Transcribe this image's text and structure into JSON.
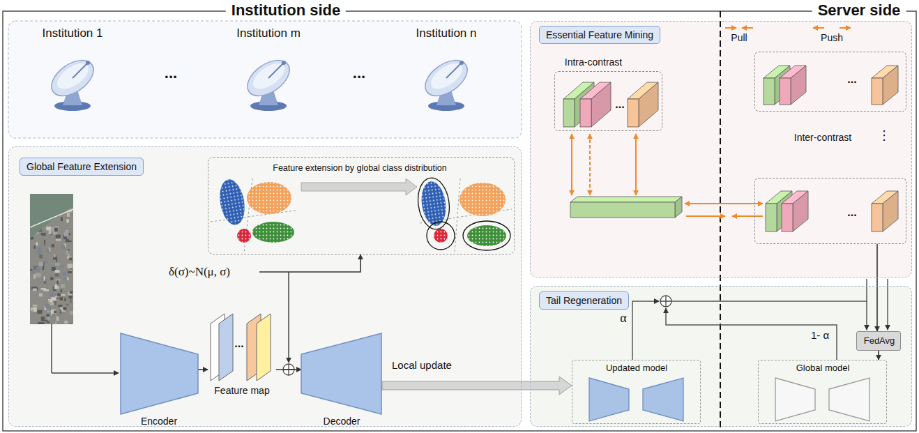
{
  "diagram": {
    "nodes": [
      {
        "text": [
          "Institution 1"
        ]
      },
      {
        "text": [
          "Institution m"
        ]
      },
      {
        "text": [
          "Institution n"
        ]
      },
      {
        "text": [
          "Global Feature Extension"
        ]
      },
      {
        "text": [
          "Feature extension by global class distribution"
        ],
        "in": 3
      },
      {
        "text": [
          "δ(σ)~N(μ, σ)"
        ],
        "in": 3
      },
      {
        "text": [
          "Encoder"
        ],
        "in": 3
      },
      {
        "text": [
          "Feature map",
          "..."
        ],
        "in": 3
      },
      {
        "text": [
          "Decoder"
        ],
        "in": 3
      },
      {
        "text": [
          "Essential Feature Mining"
        ]
      },
      {
        "text": [
          "Intra-contrast",
          "..."
        ],
        "in": 9
      },
      {
        "text": [
          "..."
        ],
        "in": 9
      },
      {
        "text": [
          "..."
        ],
        "in": 9
      },
      {
        "text": [
          "Tail Regeneration"
        ]
      },
      {
        "text": [
          "Updated model"
        ],
        "in": 13
      },
      {
        "text": [
          "Global model"
        ],
        "in": 13
      },
      {
        "text": [
          "FedAvg"
        ],
        "in": 13
      }
    ],
    "edges": [
      {
        "from": 6,
        "to": 7,
        "arrow": "to"
      },
      {
        "from": 7,
        "to": 8,
        "arrow": "to"
      },
      {
        "from": 5,
        "to": 4,
        "arrow": "to"
      },
      {
        "from": 8,
        "to": 14,
        "label": "Local update",
        "arrow": "to"
      },
      {
        "from": 12,
        "to": 16,
        "arrow": "to"
      },
      {
        "from": 16,
        "to": 15,
        "arrow": "to"
      }
    ],
    "labels": [
      "Institution side",
      "Server side",
      "...",
      "...",
      "Pull",
      "Push",
      "Inter-contrast",
      "⋮",
      "α",
      "1- α"
    ]
  }
}
